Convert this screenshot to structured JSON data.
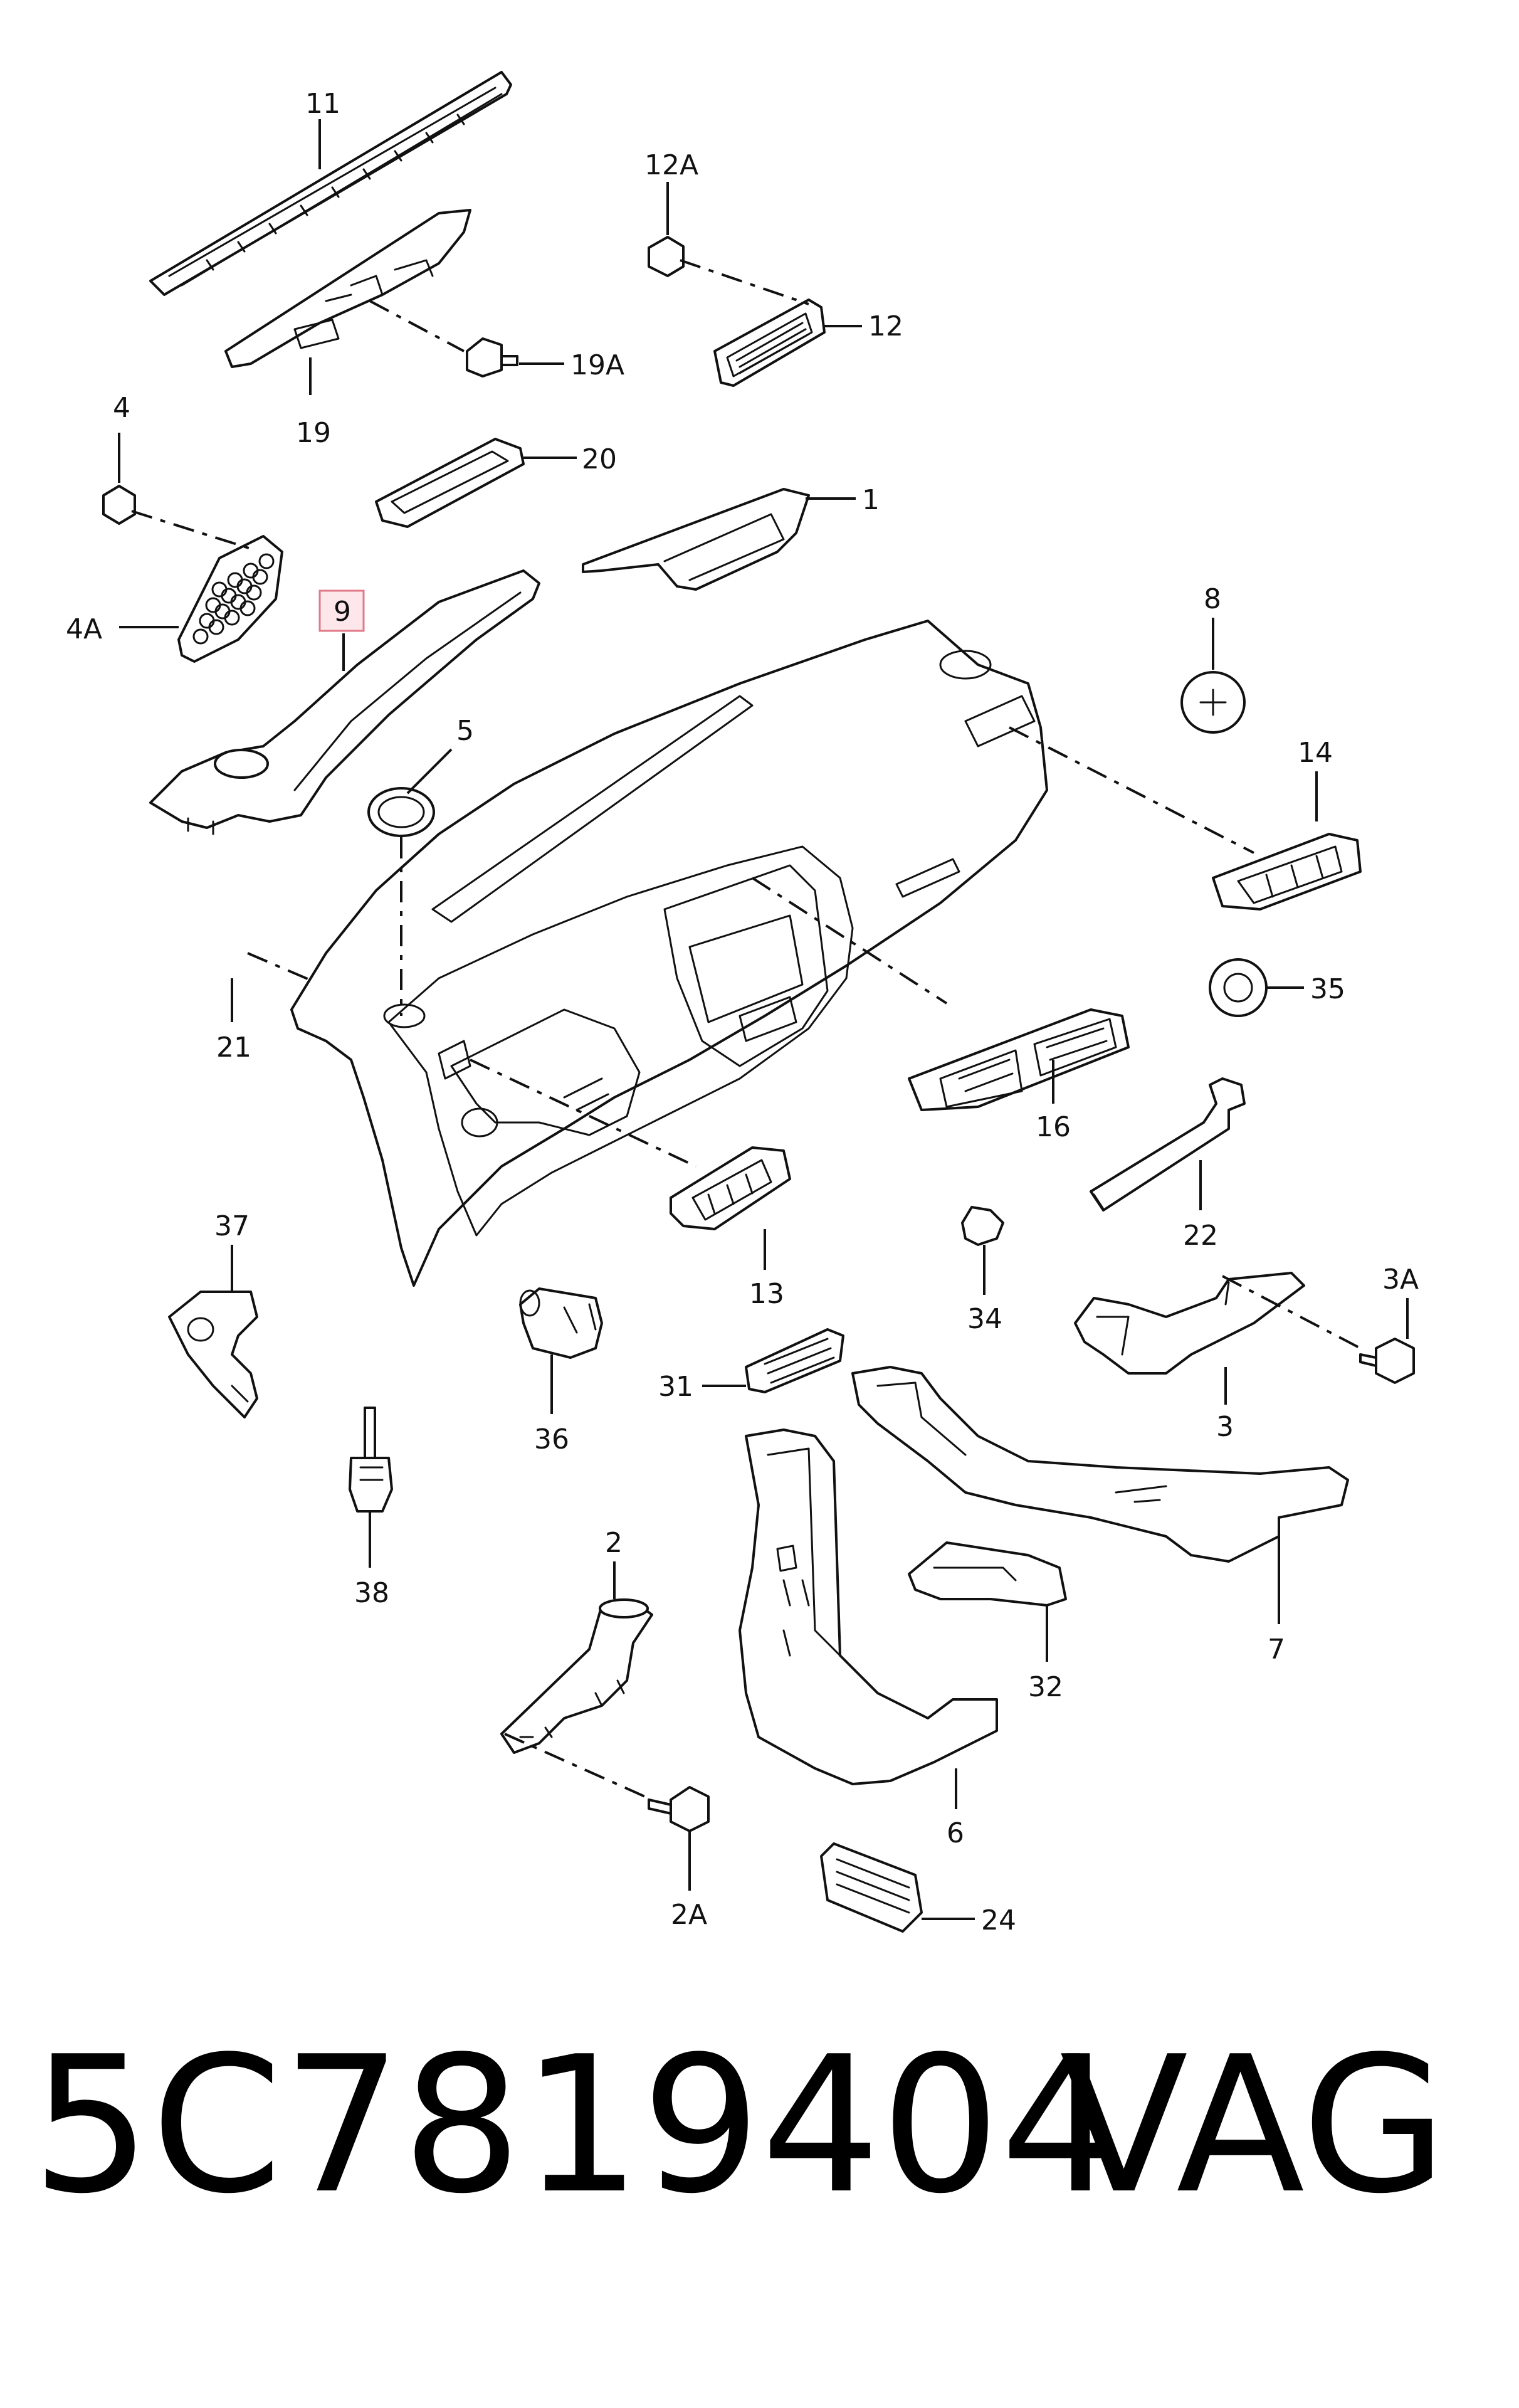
{
  "diagram": {
    "callouts": [
      {
        "id": "11",
        "label": "11"
      },
      {
        "id": "12A",
        "label": "12A"
      },
      {
        "id": "12",
        "label": "12"
      },
      {
        "id": "19A",
        "label": "19A"
      },
      {
        "id": "19",
        "label": "19"
      },
      {
        "id": "4",
        "label": "4"
      },
      {
        "id": "20",
        "label": "20"
      },
      {
        "id": "1",
        "label": "1"
      },
      {
        "id": "4A",
        "label": "4A"
      },
      {
        "id": "9",
        "label": "9",
        "highlighted": true
      },
      {
        "id": "8",
        "label": "8"
      },
      {
        "id": "5",
        "label": "5"
      },
      {
        "id": "14",
        "label": "14"
      },
      {
        "id": "21",
        "label": "21"
      },
      {
        "id": "35",
        "label": "35"
      },
      {
        "id": "16",
        "label": "16"
      },
      {
        "id": "22",
        "label": "22"
      },
      {
        "id": "37",
        "label": "37"
      },
      {
        "id": "13",
        "label": "13"
      },
      {
        "id": "34",
        "label": "34"
      },
      {
        "id": "3A",
        "label": "3A"
      },
      {
        "id": "36",
        "label": "36"
      },
      {
        "id": "31",
        "label": "31"
      },
      {
        "id": "3",
        "label": "3"
      },
      {
        "id": "38",
        "label": "38"
      },
      {
        "id": "2",
        "label": "2"
      },
      {
        "id": "7",
        "label": "7"
      },
      {
        "id": "32",
        "label": "32"
      },
      {
        "id": "6",
        "label": "6"
      },
      {
        "id": "2A",
        "label": "2A"
      },
      {
        "id": "24",
        "label": "24"
      }
    ],
    "highlight_color": "#e07a88"
  },
  "footer": {
    "part_number": "5C7819404",
    "brand": "VAG"
  }
}
